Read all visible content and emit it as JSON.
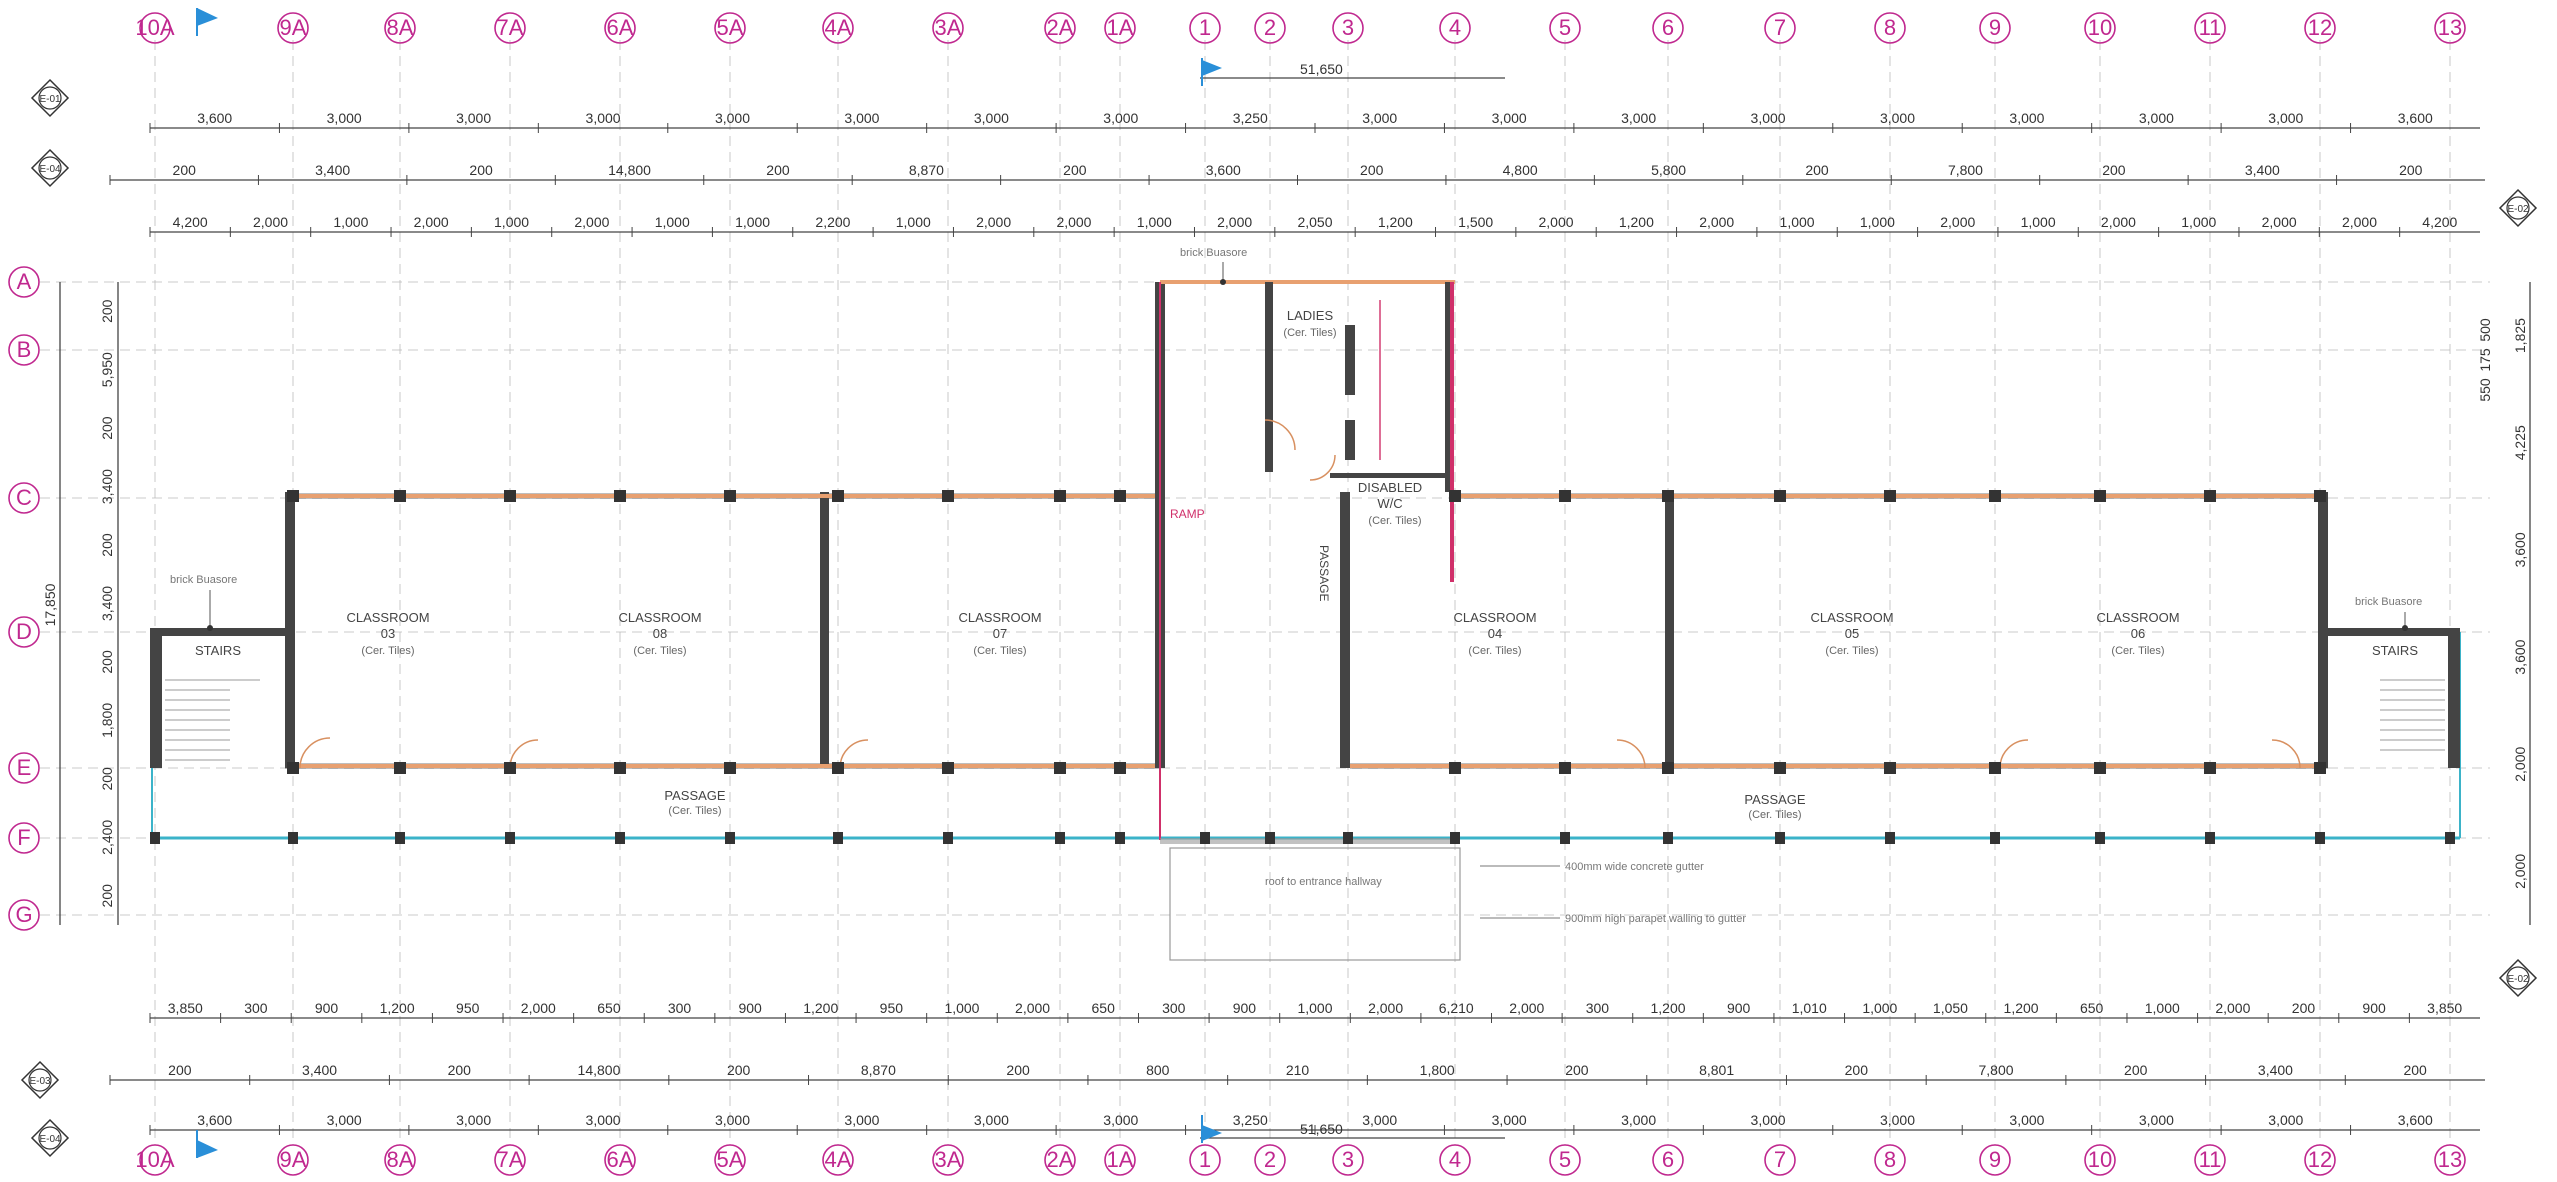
{
  "colors": {
    "grid_label": "#c0288f",
    "wall": "#444444",
    "window": "#e8a070",
    "gutter": "#3bb3c9",
    "section_flag": "#2a8fd8",
    "ramp": "#d0306a"
  },
  "grid": {
    "columns": [
      "10A",
      "9A",
      "8A",
      "7A",
      "6A",
      "5A",
      "4A",
      "3A",
      "2A",
      "1A",
      "1",
      "2",
      "3",
      "4",
      "5",
      "6",
      "7",
      "8",
      "9",
      "10",
      "11",
      "12",
      "13"
    ],
    "rows": [
      "A",
      "B",
      "C",
      "D",
      "E",
      "F",
      "G"
    ]
  },
  "section_markers": [
    "E-01",
    "E-04",
    "E-02",
    "E-03"
  ],
  "overall_dimension": "51,650",
  "rooms": [
    {
      "name": "CLASSROOM",
      "number": "03",
      "finish": "(Cer. Tiles)"
    },
    {
      "name": "CLASSROOM",
      "number": "08",
      "finish": "(Cer. Tiles)"
    },
    {
      "name": "CLASSROOM",
      "number": "07",
      "finish": "(Cer. Tiles)"
    },
    {
      "name": "CLASSROOM",
      "number": "04",
      "finish": "(Cer. Tiles)"
    },
    {
      "name": "CLASSROOM",
      "number": "05",
      "finish": "(Cer. Tiles)"
    },
    {
      "name": "CLASSROOM",
      "number": "06",
      "finish": "(Cer. Tiles)"
    }
  ],
  "labels": {
    "stairs_left": "STAIRS",
    "stairs_right": "STAIRS",
    "ladies": "LADIES",
    "ladies_finish": "(Cer. Tiles)",
    "disabled": "DISABLED",
    "disabled_wc": "W/C",
    "disabled_finish": "(Cer. Tiles)",
    "ramp": "RAMP",
    "passage_vertical": "PASSAGE",
    "passage_left": "PASSAGE",
    "passage_left_finish": "(Cer. Tiles)",
    "passage_right": "PASSAGE",
    "passage_right_finish": "(Cer. Tiles)",
    "brick_left": "brick Buasore",
    "brick_right": "brick Buasore",
    "brick_top": "brick Buasore",
    "roof_hallway": "roof to entrance hallway",
    "gutter_note": "400mm wide concrete gutter",
    "parapet_note": "900mm high parapet walling to gutter"
  },
  "dims_top_1": [
    "3,600",
    "3,000",
    "3,000",
    "3,000",
    "3,000",
    "3,000",
    "3,000",
    "3,000",
    "3,250",
    "3,000",
    "3,000",
    "3,000",
    "3,000",
    "3,000",
    "3,000",
    "3,000",
    "3,000",
    "3,600"
  ],
  "dims_top_2": [
    "200",
    "3,400",
    "200",
    "14,800",
    "200",
    "8,870",
    "200",
    "3,600",
    "200",
    "4,800",
    "5,800",
    "200",
    "7,800",
    "200",
    "3,400",
    "200"
  ],
  "dims_top_3": [
    "4,200",
    "2,000",
    "1,000",
    "2,000",
    "1,000",
    "2,000",
    "1,000",
    "1,000",
    "2,200",
    "1,000",
    "2,000",
    "2,000",
    "1,000",
    "2,000",
    "2,050",
    "1,200",
    "1,500",
    "2,000",
    "1,200",
    "2,000",
    "1,000",
    "1,000",
    "2,000",
    "1,000",
    "2,000",
    "1,000",
    "2,000",
    "2,000",
    "4,200"
  ],
  "dims_bottom_1": [
    "3,850",
    "300",
    "900",
    "1,200",
    "950",
    "2,000",
    "650",
    "300",
    "900",
    "1,200",
    "950",
    "1,000",
    "2,000",
    "650",
    "300",
    "900",
    "1,000",
    "2,000",
    "6,210",
    "2,000",
    "300",
    "1,200",
    "900",
    "1,010",
    "1,000",
    "1,050",
    "1,200",
    "650",
    "1,000",
    "2,000",
    "200",
    "900",
    "3,850"
  ],
  "dims_bottom_2": [
    "200",
    "3,400",
    "200",
    "14,800",
    "200",
    "8,870",
    "200",
    "800",
    "210",
    "1,800",
    "200",
    "8,801",
    "200",
    "7,800",
    "200",
    "3,400",
    "200"
  ],
  "dims_bottom_3": [
    "3,600",
    "3,000",
    "3,000",
    "3,000",
    "3,000",
    "3,000",
    "3,000",
    "3,000",
    "3,250",
    "3,000",
    "3,000",
    "3,000",
    "3,000",
    "3,000",
    "3,000",
    "3,000",
    "3,000",
    "3,600"
  ],
  "dims_left": [
    "200",
    "5,950",
    "200",
    "3,400",
    "200",
    "3,400",
    "200",
    "1,800",
    "200",
    "2,400",
    "200"
  ],
  "dims_left_total": "17,850",
  "dims_right": [
    "1,825",
    "4,225",
    "3,600",
    "3,600",
    "2,000",
    "2,000"
  ],
  "dims_right_small": [
    "500",
    "175",
    "550"
  ]
}
